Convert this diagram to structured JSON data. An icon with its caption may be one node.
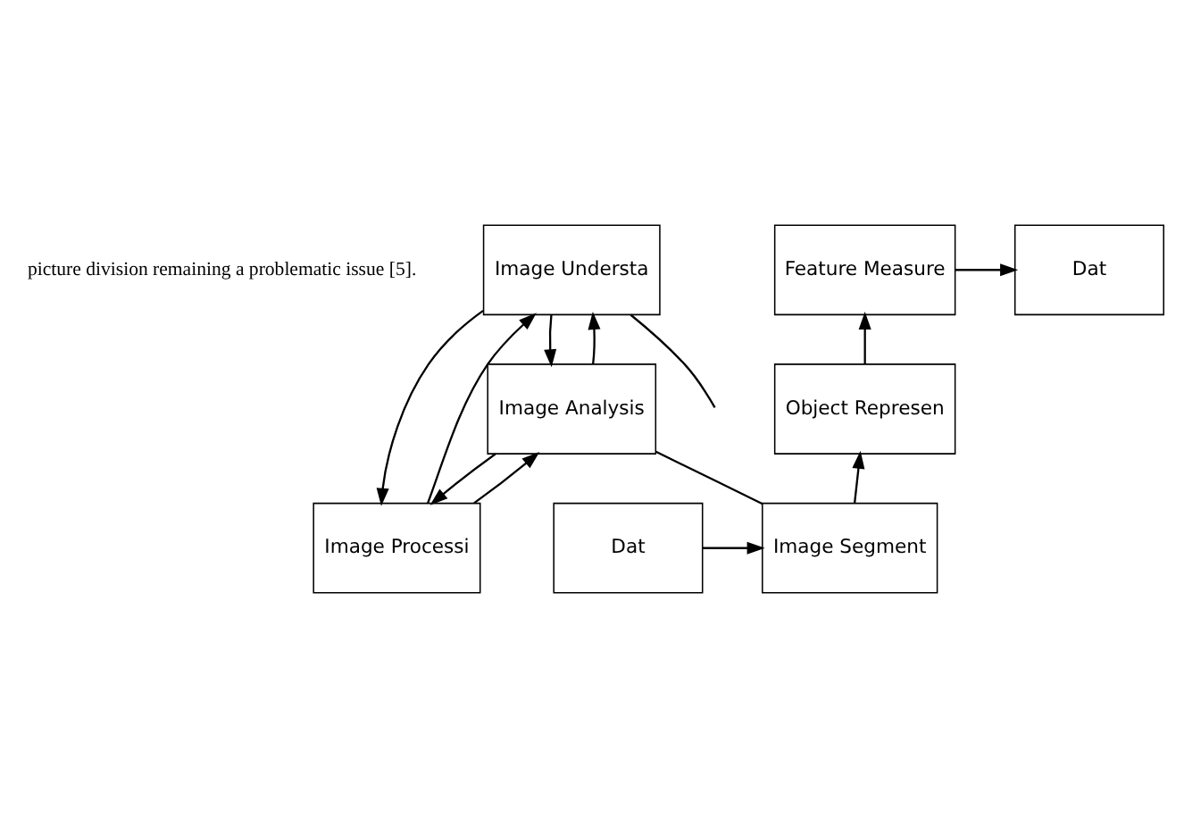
{
  "diagram": {
    "nodes": [
      {
        "text": [
          "Image Understa"
        ]
      },
      {
        "text": [
          "Feature Measure"
        ]
      },
      {
        "text": [
          "Dat"
        ]
      },
      {
        "text": [
          "Image Analysis"
        ]
      },
      {
        "text": [
          "Object Represen"
        ]
      },
      {
        "text": [
          "Image Processi"
        ]
      },
      {
        "text": [
          "Image Segment"
        ]
      },
      {
        "text": [
          "Dat"
        ]
      }
    ],
    "edges": [
      {
        "from": 0,
        "to": 3,
        "arrow": "to"
      },
      {
        "from": 3,
        "to": 0,
        "arrow": "to"
      },
      {
        "from": 3,
        "to": 5,
        "arrow": "to"
      },
      {
        "from": 5,
        "to": 3,
        "arrow": "to"
      },
      {
        "from": 0,
        "to": 5,
        "arrow": "to"
      },
      {
        "from": 5,
        "to": 0,
        "arrow": "to"
      },
      {
        "from": 0,
        "to": null,
        "arrow": "none"
      },
      {
        "from": 3,
        "to": 6,
        "arrow": "none"
      },
      {
        "from": 1,
        "to": 2,
        "arrow": "to"
      },
      {
        "from": 4,
        "to": 1,
        "arrow": "to"
      },
      {
        "from": 6,
        "to": 4,
        "arrow": "to"
      },
      {
        "from": 7,
        "to": 6,
        "arrow": "to"
      }
    ],
    "labels": [
      "picture division remaining a problematic issue [5]."
    ]
  }
}
